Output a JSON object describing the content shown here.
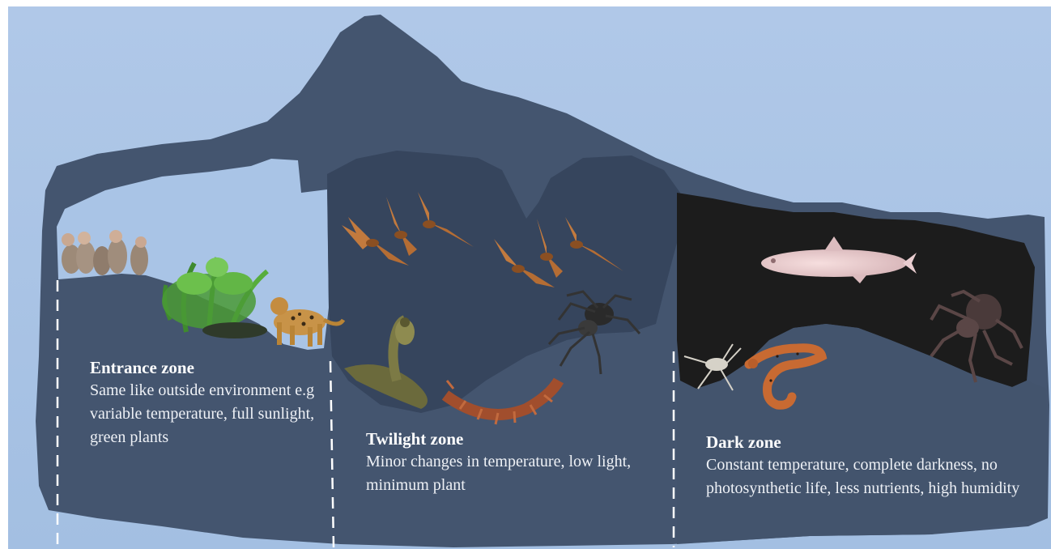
{
  "zones": [
    {
      "title": "Entrance zone",
      "description": "Same like outside environment e.g variable temperature, full sunlight, green plants"
    },
    {
      "title": "Twilight zone",
      "description": "Minor changes in temperature, low light, minimum plant"
    },
    {
      "title": "Dark zone",
      "description": "Constant temperature, complete darkness, no photosynthetic life, less nutrients, high humidity"
    }
  ],
  "colors": {
    "sky": "#a8c3e5",
    "cave_rock": "#44556f",
    "twilight_chamber": "#36455d",
    "dark_chamber": "#1c1c1c",
    "divider": "#ffffff"
  },
  "organisms": {
    "entrance": [
      "monkey-group",
      "fern-plant",
      "leopard"
    ],
    "twilight": [
      "bat",
      "bat",
      "bat",
      "bat",
      "bat",
      "bat",
      "cobra-snake",
      "centipede",
      "spider"
    ],
    "dark": [
      "cave-fish",
      "cave-spider",
      "salamander",
      "cave-cricket"
    ]
  }
}
